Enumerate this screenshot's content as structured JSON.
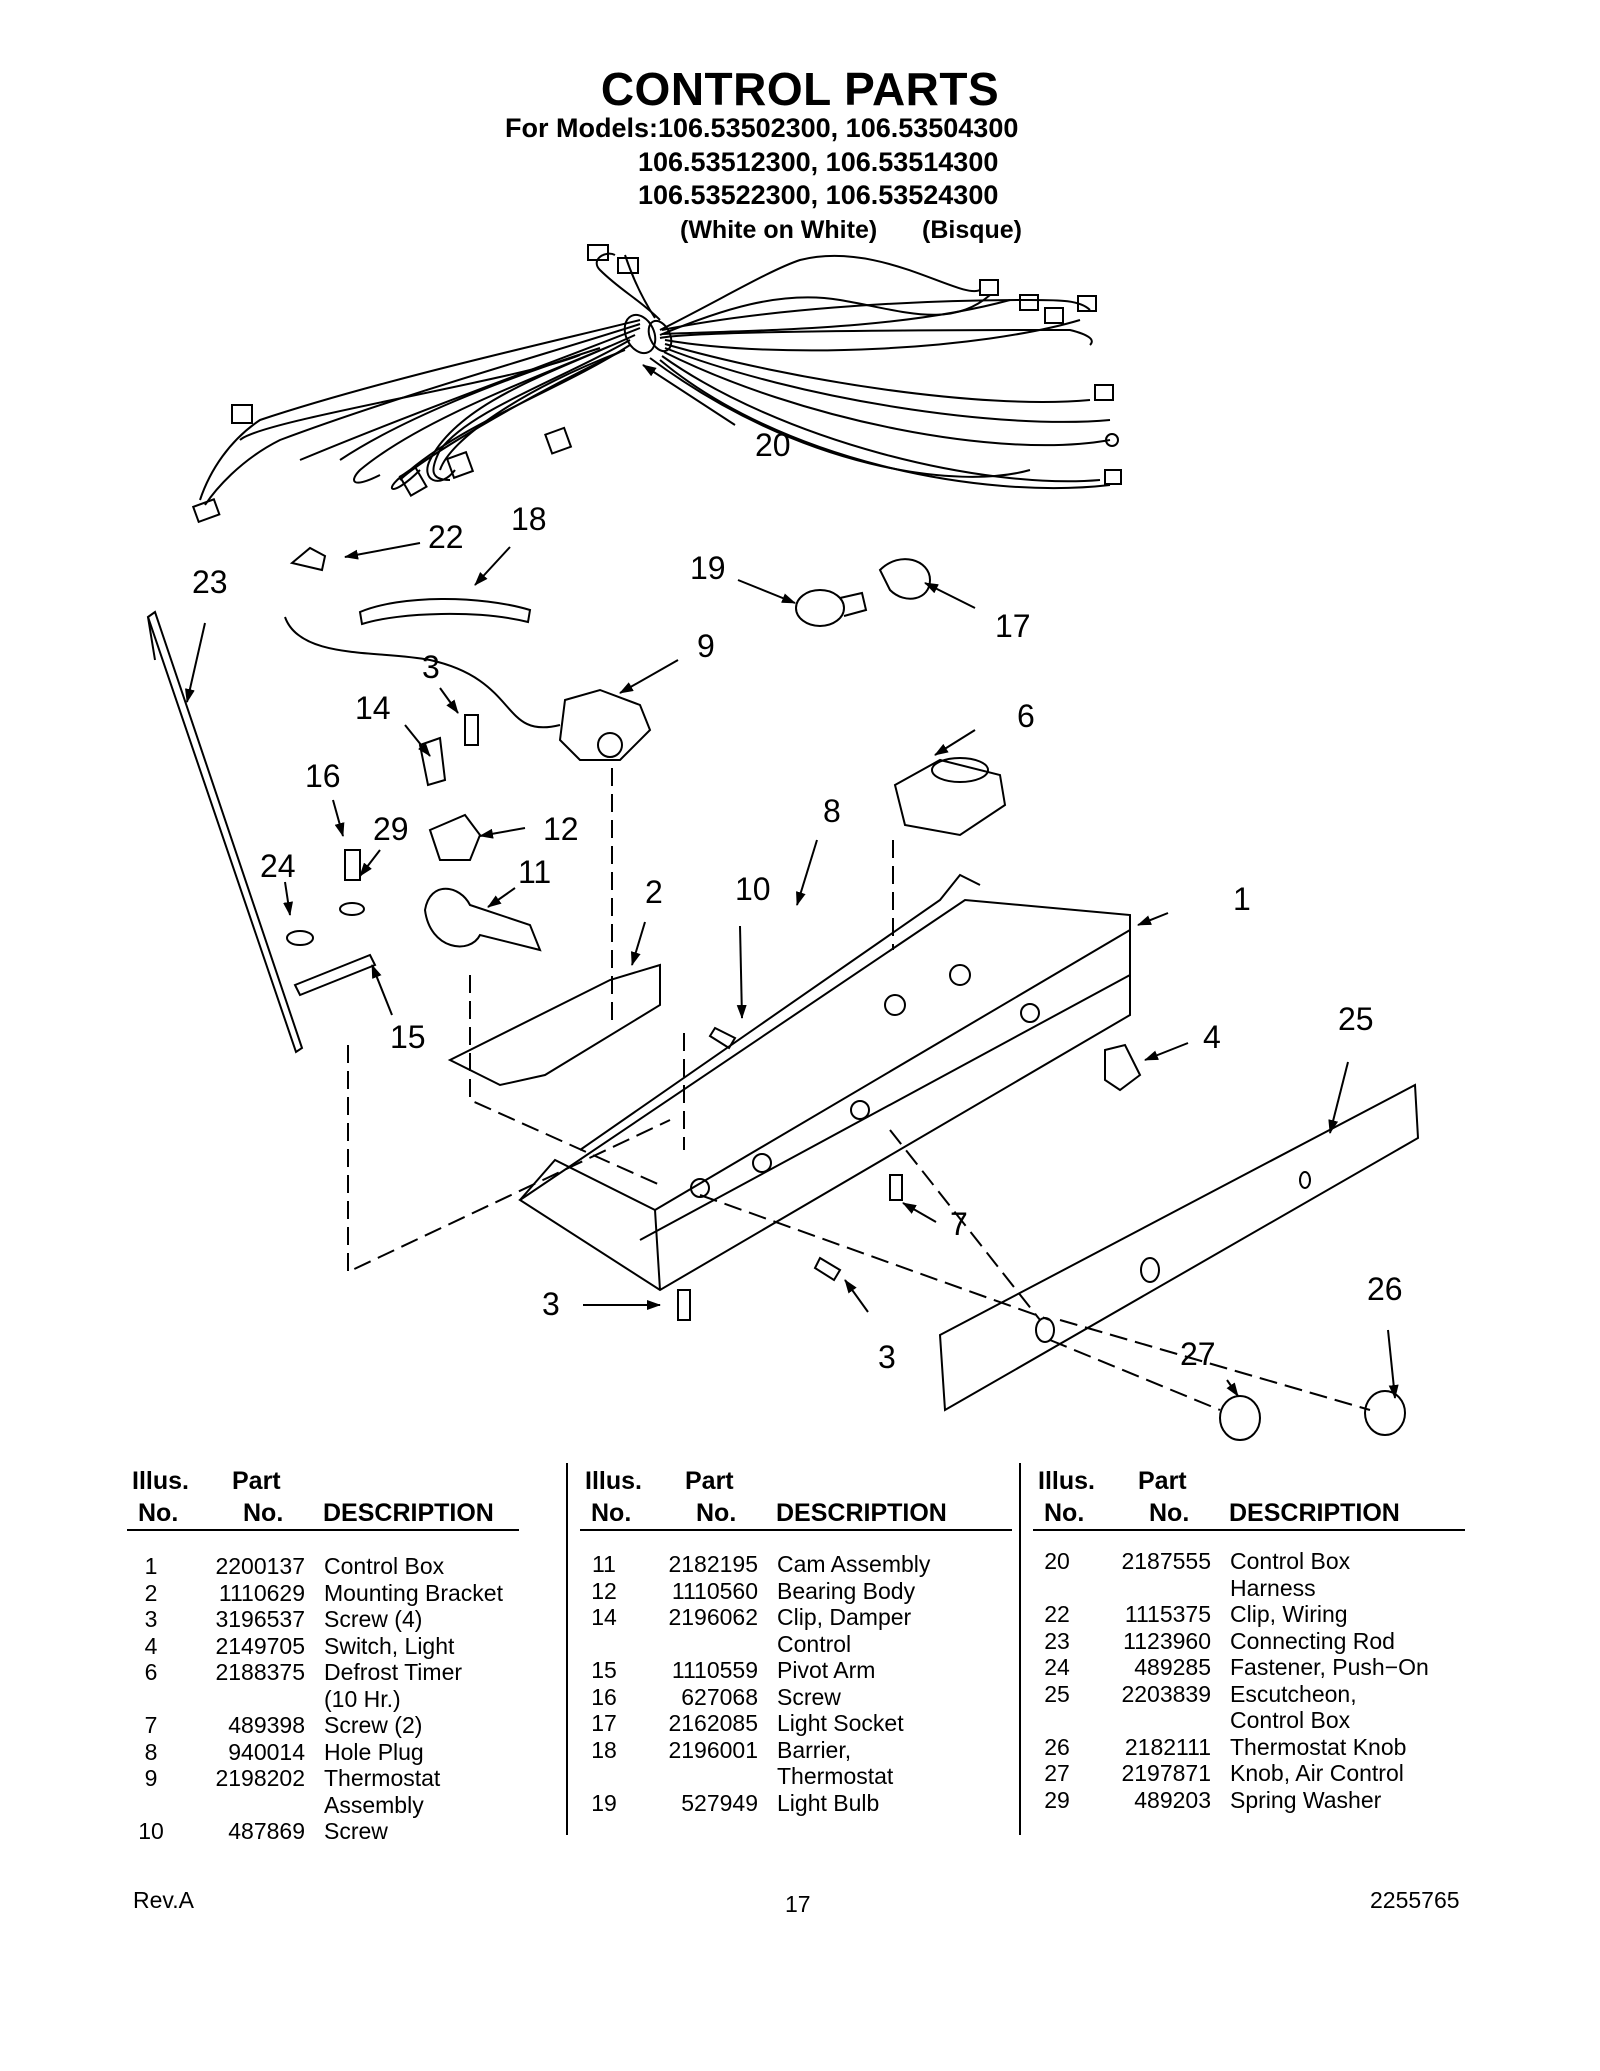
{
  "header": {
    "title": "CONTROL PARTS",
    "models_label": "For Models:",
    "model_lines": [
      "106.53502300, 106.53504300",
      "106.53512300, 106.53514300",
      "106.53522300, 106.53524300"
    ],
    "color_left": "(White on White)",
    "color_right": "(Bisque)"
  },
  "callouts": [
    "20",
    "22",
    "18",
    "23",
    "19",
    "17",
    "9",
    "3",
    "14",
    "6",
    "16",
    "29",
    "12",
    "8",
    "24",
    "11",
    "2",
    "10",
    "1",
    "15",
    "4",
    "25",
    "7",
    "3",
    "26",
    "3",
    "27"
  ],
  "table_headers": {
    "illus": "Illus.",
    "no1": "No.",
    "part": "Part",
    "no2": "No.",
    "description": "DESCRIPTION"
  },
  "columns": [
    [
      {
        "no": "1",
        "part": "2200137",
        "desc": [
          "Control Box"
        ]
      },
      {
        "no": "2",
        "part": "1110629",
        "desc": [
          "Mounting Bracket"
        ]
      },
      {
        "no": "3",
        "part": "3196537",
        "desc": [
          "Screw (4)"
        ]
      },
      {
        "no": "4",
        "part": "2149705",
        "desc": [
          "Switch, Light"
        ]
      },
      {
        "no": "6",
        "part": "2188375",
        "desc": [
          "Defrost Timer",
          "(10 Hr.)"
        ]
      },
      {
        "no": "7",
        "part": "489398",
        "desc": [
          "Screw (2)"
        ]
      },
      {
        "no": "8",
        "part": "940014",
        "desc": [
          "Hole Plug"
        ]
      },
      {
        "no": "9",
        "part": "2198202",
        "desc": [
          "Thermostat",
          "Assembly"
        ]
      },
      {
        "no": "10",
        "part": "487869",
        "desc": [
          "Screw"
        ]
      }
    ],
    [
      {
        "no": "11",
        "part": "2182195",
        "desc": [
          "Cam Assembly"
        ]
      },
      {
        "no": "12",
        "part": "1110560",
        "desc": [
          "Bearing Body"
        ]
      },
      {
        "no": "14",
        "part": "2196062",
        "desc": [
          "Clip, Damper",
          "Control"
        ]
      },
      {
        "no": "15",
        "part": "1110559",
        "desc": [
          "Pivot Arm"
        ]
      },
      {
        "no": "16",
        "part": "627068",
        "desc": [
          "Screw"
        ]
      },
      {
        "no": "17",
        "part": "2162085",
        "desc": [
          "Light Socket"
        ]
      },
      {
        "no": "18",
        "part": "2196001",
        "desc": [
          "Barrier,",
          "Thermostat"
        ]
      },
      {
        "no": "19",
        "part": "527949",
        "desc": [
          "Light Bulb"
        ]
      }
    ],
    [
      {
        "no": "20",
        "part": "2187555",
        "desc": [
          "Control Box",
          "Harness"
        ]
      },
      {
        "no": "22",
        "part": "1115375",
        "desc": [
          "Clip, Wiring"
        ]
      },
      {
        "no": "23",
        "part": "1123960",
        "desc": [
          "Connecting Rod"
        ]
      },
      {
        "no": "24",
        "part": "489285",
        "desc": [
          "Fastener, Push−On"
        ]
      },
      {
        "no": "25",
        "part": "2203839",
        "desc": [
          "Escutcheon,",
          "Control Box"
        ]
      },
      {
        "no": "26",
        "part": "2182111",
        "desc": [
          "Thermostat Knob"
        ]
      },
      {
        "no": "27",
        "part": "2197871",
        "desc": [
          "Knob, Air Control"
        ]
      },
      {
        "no": "29",
        "part": "489203",
        "desc": [
          "Spring Washer"
        ]
      }
    ]
  ],
  "footer": {
    "rev": "Rev.A",
    "page": "17",
    "doc_no": "2255765"
  }
}
